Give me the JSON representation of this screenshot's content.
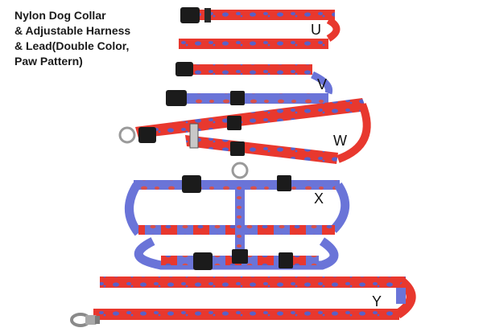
{
  "caption": {
    "lines": [
      "Nylon Dog Collar",
      "& Adjustable Harness",
      "& Lead(Double Color,",
      "Paw Pattern)"
    ]
  },
  "labels": {
    "u": "U",
    "v": "V",
    "w": "W",
    "x": "X",
    "y": "Y"
  },
  "colors": {
    "red": "#e8382e",
    "blue": "#6a74d8",
    "paw_on_red": "#5860c8",
    "paw_on_blue": "#d8504a",
    "buckle": "#1b1b1b",
    "metal": "#9a9a9a"
  }
}
